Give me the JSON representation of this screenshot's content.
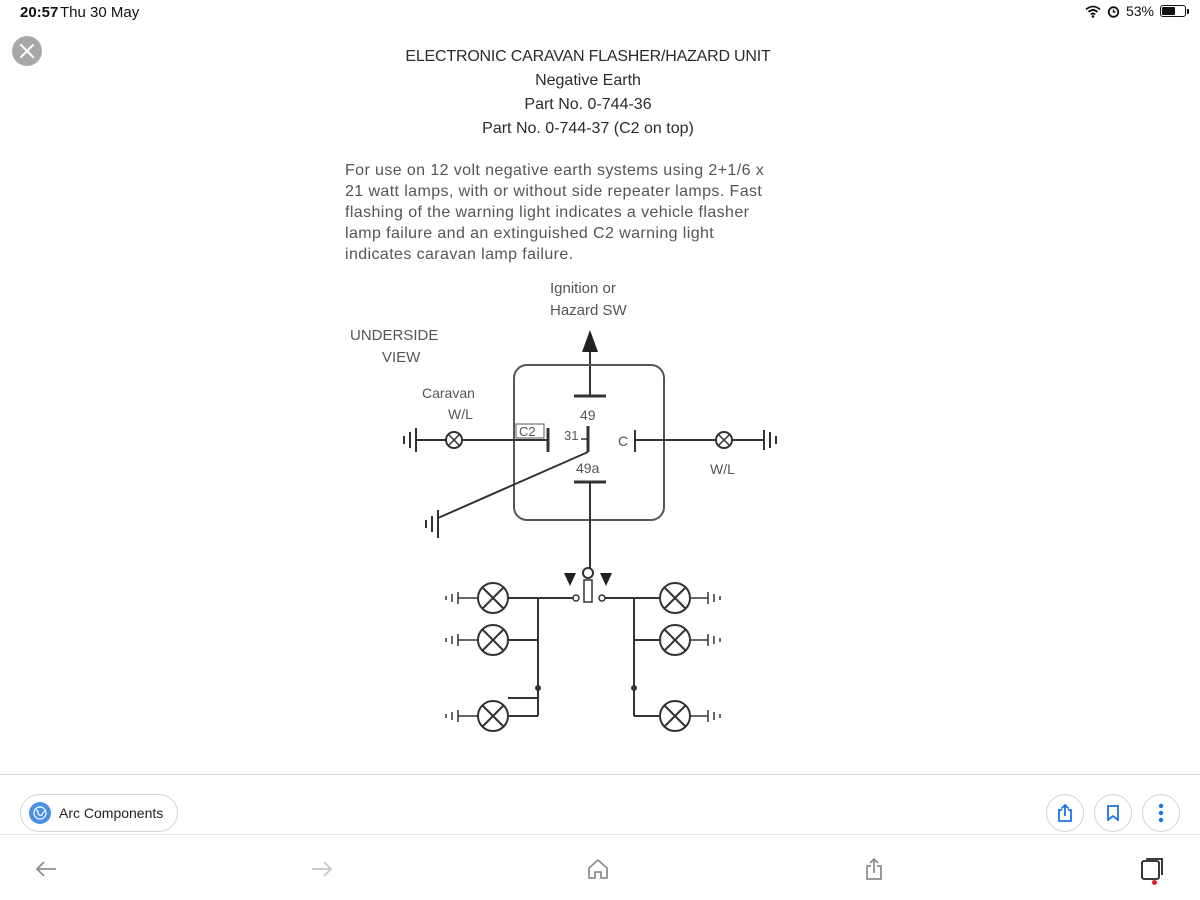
{
  "status": {
    "time": "20:57",
    "date": "Thu 30 May",
    "battery": "53%",
    "battery_level": 0.53
  },
  "document": {
    "title_line1": "ELECTRONIC CARAVAN FLASHER/HAZARD UNIT",
    "title_line2": "Negative Earth",
    "title_line3": "Part No. 0-744-36",
    "title_line4": "Part No. 0-744-37 (C2 on top)",
    "description_lines": [
      "For use on 12 volt negative earth systems using 2+1/6 x",
      "21 watt lamps, with or without side repeater lamps. Fast",
      "flashing of the warning light indicates a vehicle flasher",
      "lamp failure and an extinguished C2 warning light",
      "indicates caravan lamp failure."
    ]
  },
  "diagram": {
    "ignition_line1": "Ignition or",
    "ignition_line2": "Hazard SW",
    "underside_line1": "UNDERSIDE",
    "underside_line2": "VIEW",
    "caravan_line1": "Caravan",
    "caravan_line2": "W/L",
    "terminal_49": "49",
    "terminal_c2": "C2",
    "terminal_31": "31",
    "terminal_c": "C",
    "terminal_49a": "49a",
    "wl_right": "W/L"
  },
  "source": {
    "label": "Arc Components"
  },
  "colors": {
    "accent": "#1a73e8",
    "globe": "#4a90e2",
    "toolbar_icon": "#8e8e8e",
    "red_dot": "#e02020"
  }
}
